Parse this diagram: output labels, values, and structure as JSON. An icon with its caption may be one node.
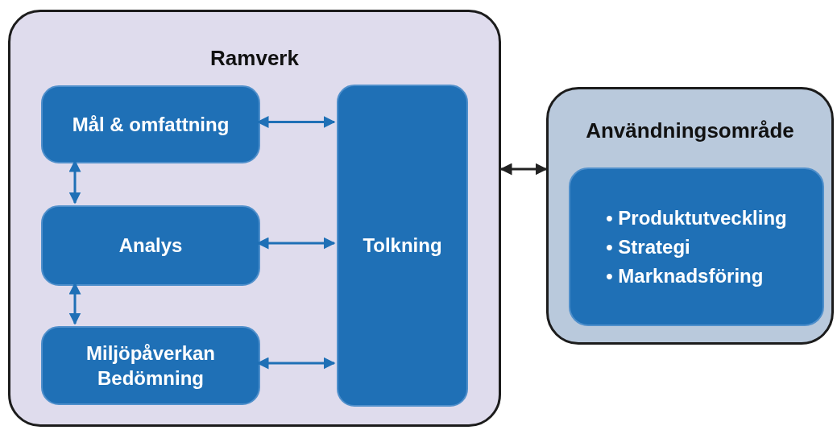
{
  "diagram": {
    "nodes": [
      {
        "text": [
          "Ramverk"
        ]
      },
      {
        "text": [
          "Mål & omfattning"
        ],
        "in": 0
      },
      {
        "text": [
          "Analys"
        ],
        "in": 0
      },
      {
        "text": [
          "Miljöpåverkan Bedömning"
        ],
        "in": 0
      },
      {
        "text": [
          "Tolkning"
        ],
        "in": 0
      },
      {
        "text": [
          "Användningsområde"
        ]
      },
      {
        "text": [
          "• Produktutveckling",
          "• Strategi",
          "• Marknadsföring"
        ],
        "in": 5
      }
    ],
    "edges": [
      {
        "from": 1,
        "to": 4,
        "arrow": "both"
      },
      {
        "from": 2,
        "to": 4,
        "arrow": "both"
      },
      {
        "from": 3,
        "to": 4,
        "arrow": "both"
      },
      {
        "from": 1,
        "to": 2,
        "arrow": "both"
      },
      {
        "from": 2,
        "to": 3,
        "arrow": "both"
      },
      {
        "from": 0,
        "to": 5,
        "arrow": "both",
        "color": "#222222"
      }
    ]
  }
}
